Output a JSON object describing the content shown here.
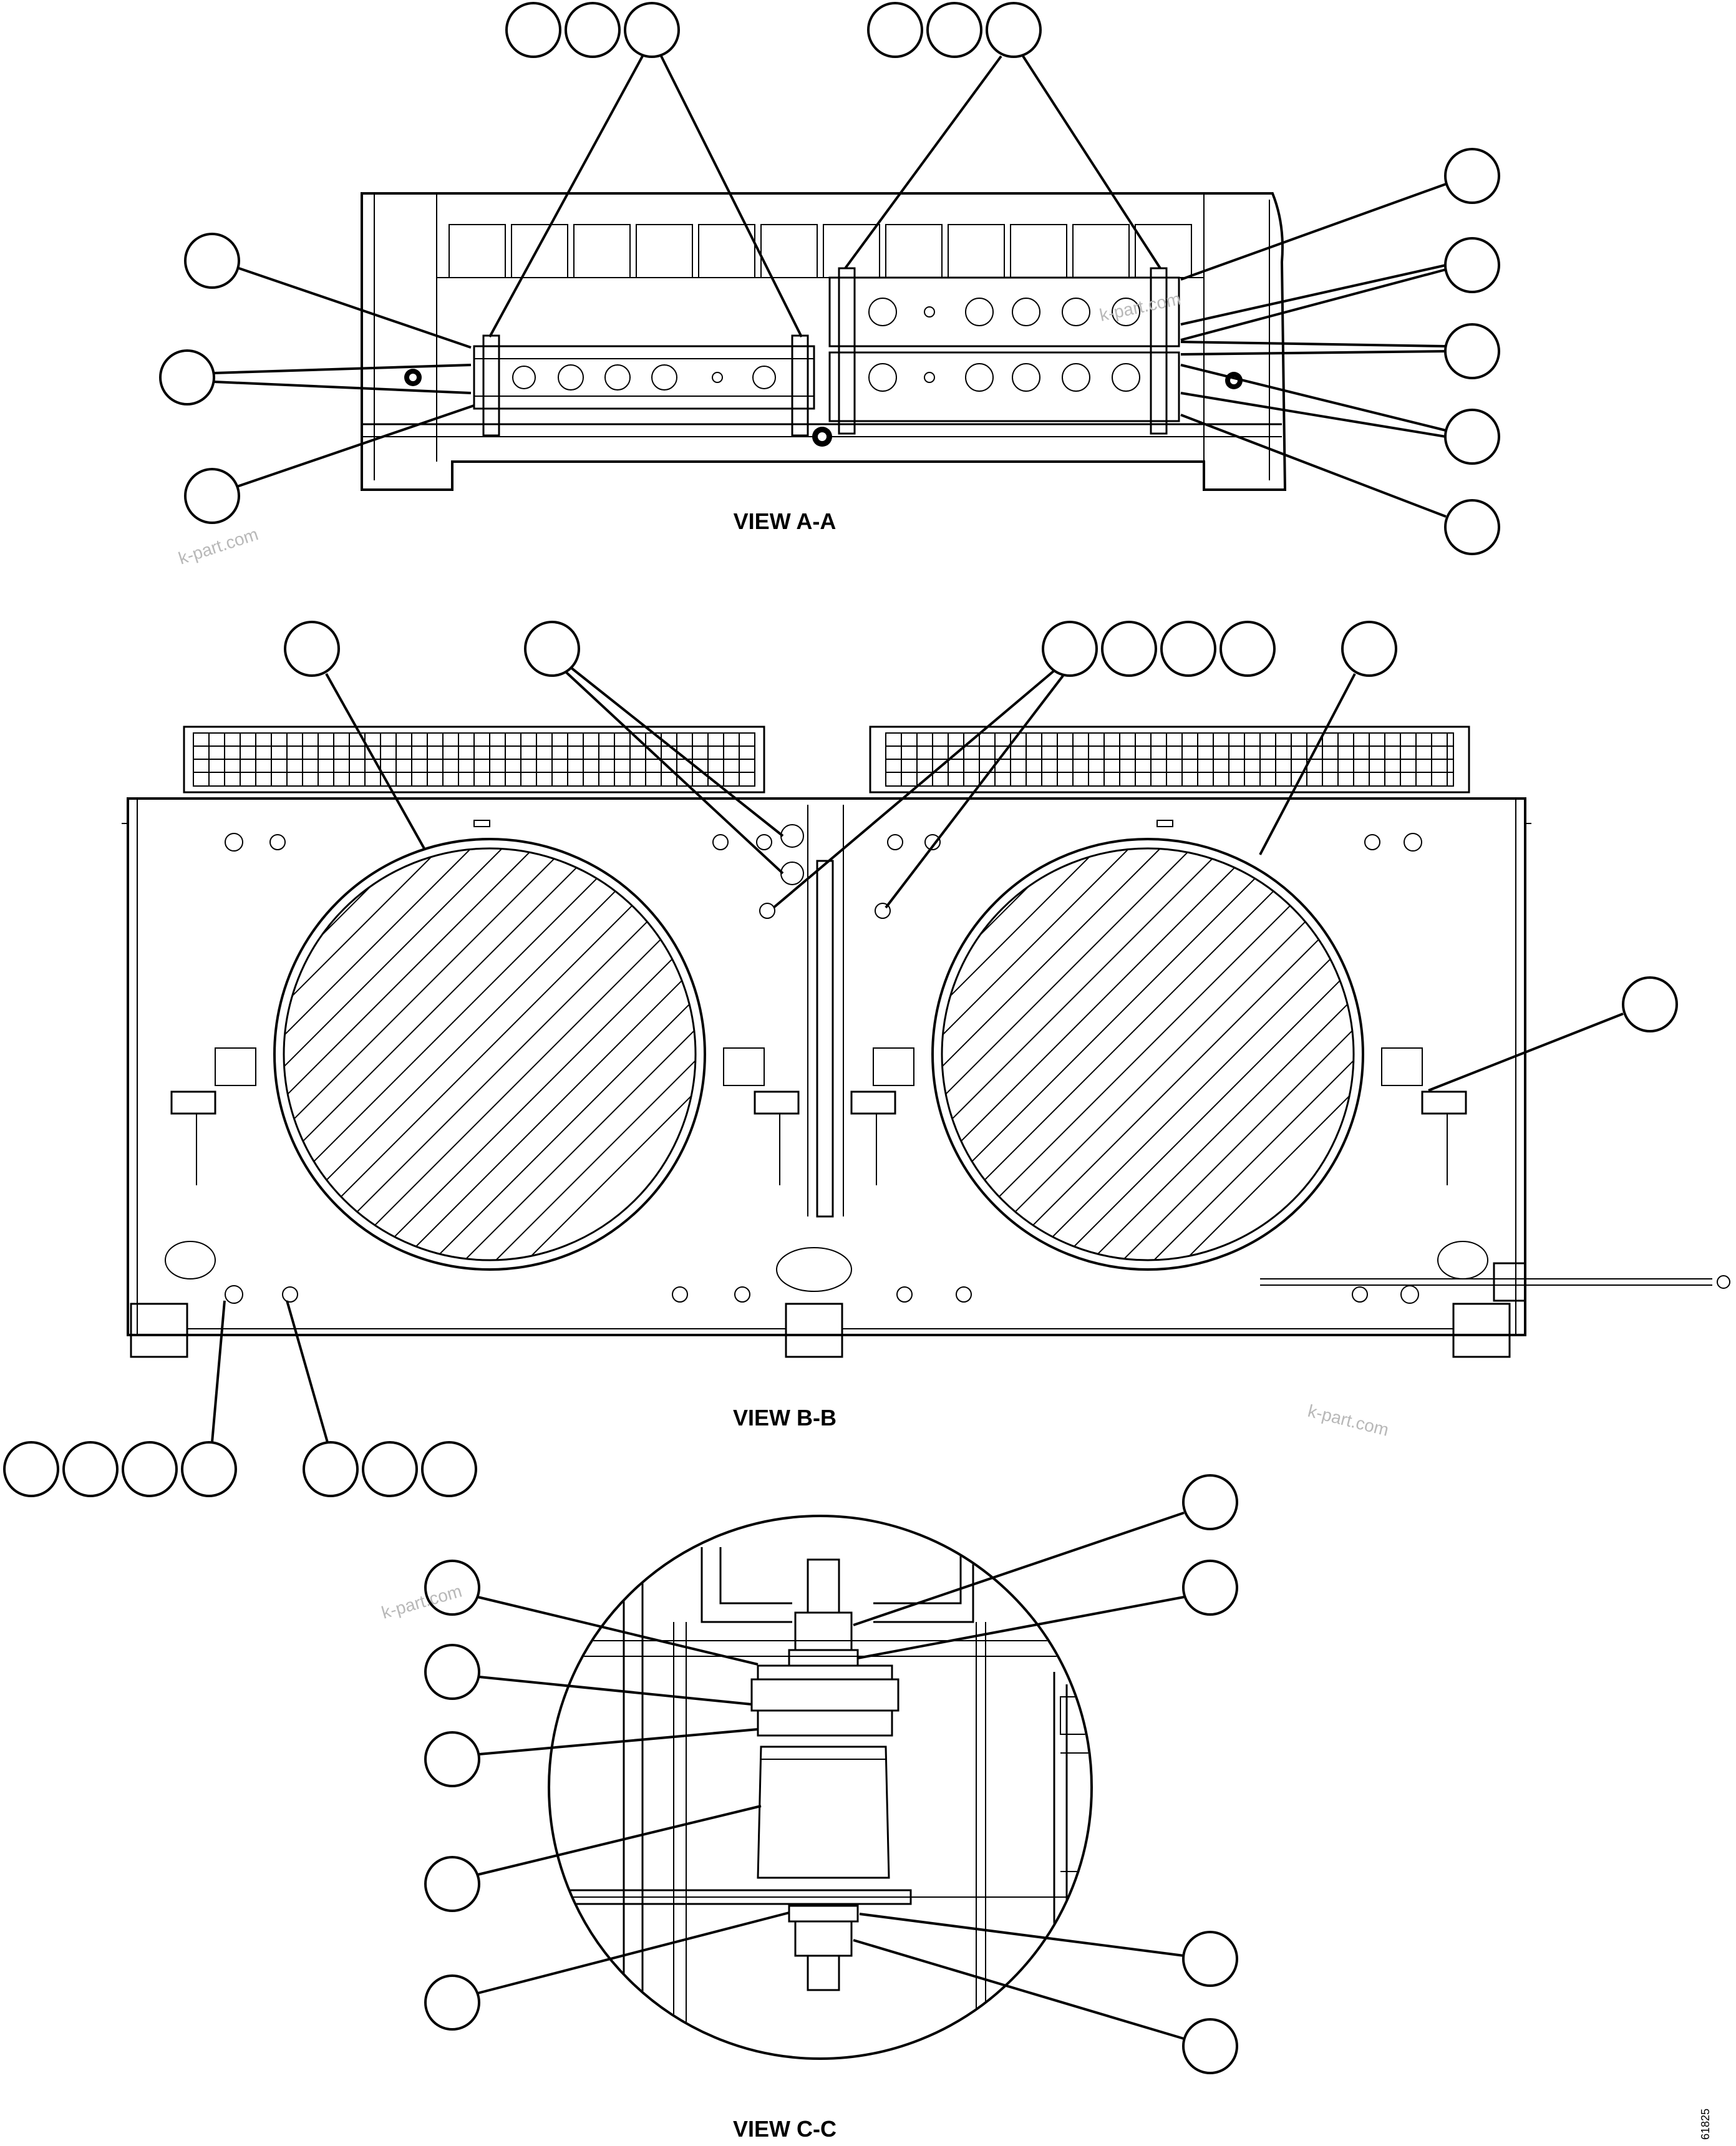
{
  "views": {
    "a": {
      "label": "VIEW A-A"
    },
    "b": {
      "label": "VIEW B-B"
    },
    "c": {
      "label": "VIEW C-C"
    }
  },
  "watermarks": [
    "k-part.com",
    "k-part.com",
    "k-part.com",
    "k-part.com"
  ],
  "drawing_number": "61825",
  "colors": {
    "line": "#000000",
    "background": "#ffffff",
    "watermark": "#b8b8b8"
  }
}
